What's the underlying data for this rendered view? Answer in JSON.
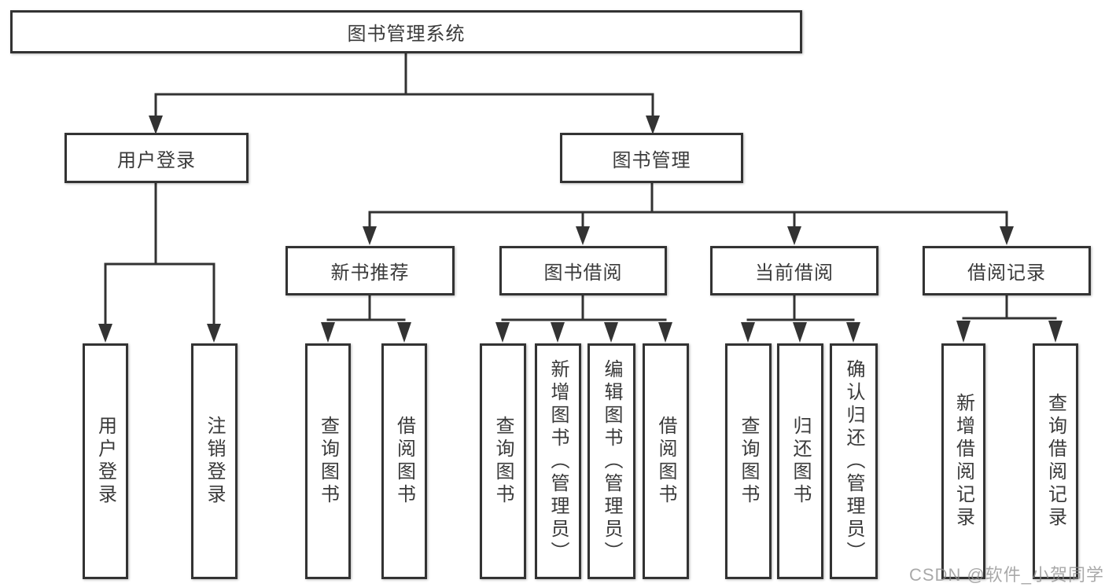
{
  "diagram": {
    "title": "图书管理系统",
    "watermark": "CSDN @软件_小贺同学",
    "branches": [
      {
        "label": "用户登录",
        "children": [
          {
            "label": "用户登录"
          },
          {
            "label": "注销登录"
          }
        ]
      },
      {
        "label": "图书管理",
        "children": [
          {
            "label": "新书推荐",
            "children": [
              {
                "label": "查询图书"
              },
              {
                "label": "借阅图书"
              }
            ]
          },
          {
            "label": "图书借阅",
            "children": [
              {
                "label": "查询图书"
              },
              {
                "label": "新增图书（管理员）"
              },
              {
                "label": "编辑图书（管理员）"
              },
              {
                "label": "借阅图书"
              }
            ]
          },
          {
            "label": "当前借阅",
            "children": [
              {
                "label": "查询图书"
              },
              {
                "label": "归还图书"
              },
              {
                "label": "确认归还（管理员）"
              }
            ]
          },
          {
            "label": "借阅记录",
            "children": [
              {
                "label": "新增借阅记录"
              },
              {
                "label": "查询借阅记录"
              }
            ]
          }
        ]
      }
    ]
  }
}
